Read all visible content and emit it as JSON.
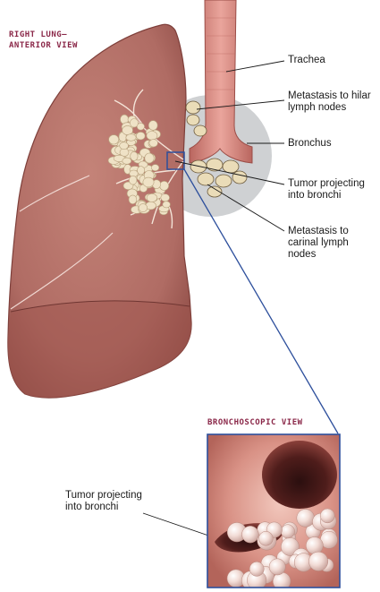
{
  "figure": {
    "main_title_line1": "RIGHT LUNG—",
    "main_title_line2": "ANTERIOR VIEW",
    "inset_title": "BRONCHOSCOPIC VIEW"
  },
  "labels": {
    "trachea": "Trachea",
    "hilar_line1": "Metastasis to hilar",
    "hilar_line2": "lymph nodes",
    "bronchus": "Bronchus",
    "tumor_line1": "Tumor projecting",
    "tumor_line2": "into bronchi",
    "carinal_line1": "Metastasis to",
    "carinal_line2": "carinal lymph",
    "carinal_line3": "nodes",
    "inset_tumor_line1": "Tumor projecting",
    "inset_tumor_line2": "into bronchi"
  },
  "colors": {
    "lung": "#b8726a",
    "lung_dark": "#8e4c46",
    "trachea": "#d98c84",
    "tumor": "#efe2c6",
    "title": "#8a2748",
    "inset_frame": "#2d4f9c"
  }
}
